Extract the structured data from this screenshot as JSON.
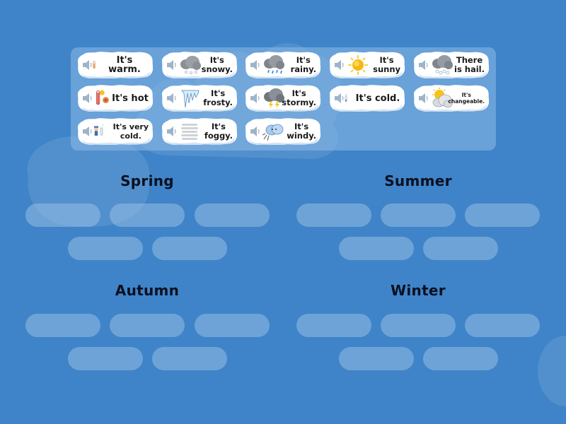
{
  "colors": {
    "background": "#3f84c8",
    "tray": "#78aee0",
    "slot": "#6a9fd6",
    "card": "#ffffff",
    "text": "#1a1a1a"
  },
  "cards": [
    {
      "id": "warm",
      "label": "It's warm.",
      "icon": "thermometer-warm-icon",
      "audio_icon": "speaker-icon"
    },
    {
      "id": "snowy",
      "label": "It's\nsnowy.",
      "icon": "snow-cloud-icon",
      "audio_icon": "speaker-icon"
    },
    {
      "id": "rainy",
      "label": "It's\nrainy.",
      "icon": "rain-cloud-icon",
      "audio_icon": "speaker-icon"
    },
    {
      "id": "sunny",
      "label": "It's\nsunny",
      "icon": "sun-icon",
      "audio_icon": "speaker-icon"
    },
    {
      "id": "hail",
      "label": "There\nis hail.",
      "icon": "hail-cloud-icon",
      "audio_icon": "speaker-icon"
    },
    {
      "id": "hot",
      "label": "It's hot",
      "icon": "thermometer-hot-icon",
      "audio_icon": "speaker-icon"
    },
    {
      "id": "frosty",
      "label": "It's\nfrosty.",
      "icon": "icicles-icon",
      "audio_icon": "speaker-icon"
    },
    {
      "id": "stormy",
      "label": "It's\nstormy.",
      "icon": "storm-cloud-icon",
      "audio_icon": "speaker-icon"
    },
    {
      "id": "cold",
      "label": "It's cold.",
      "icon": "thermometer-cold-icon",
      "audio_icon": "speaker-icon"
    },
    {
      "id": "changeable",
      "label": "It's\nchangeable.",
      "icon": "sun-behind-cloud-icon",
      "audio_icon": "speaker-icon"
    },
    {
      "id": "very-cold",
      "label": "It's very\ncold.",
      "icon": "freezing-person-icon",
      "audio_icon": "speaker-icon"
    },
    {
      "id": "foggy",
      "label": "It's\nfoggy.",
      "icon": "fog-icon",
      "audio_icon": "speaker-icon"
    },
    {
      "id": "windy",
      "label": "It's\nwindy.",
      "icon": "wind-cloud-icon",
      "audio_icon": "speaker-icon"
    }
  ],
  "groups": [
    {
      "title": "Spring",
      "slots": 5
    },
    {
      "title": "Summer",
      "slots": 5
    },
    {
      "title": "Autumn",
      "slots": 5
    },
    {
      "title": "Winter",
      "slots": 5
    }
  ]
}
